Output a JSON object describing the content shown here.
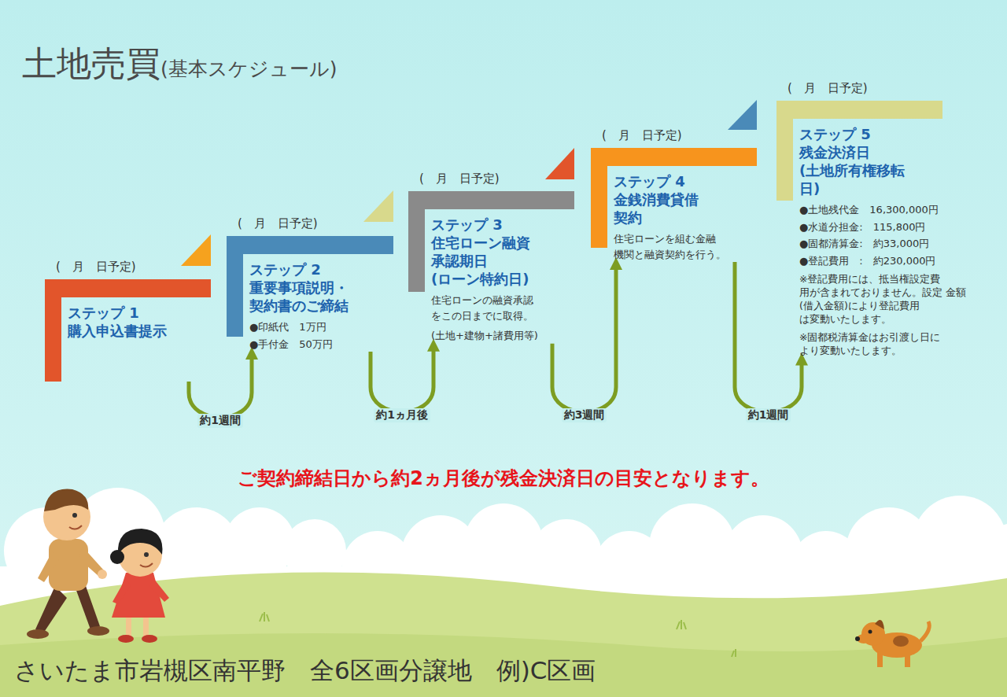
{
  "diagram": {
    "title": "土地売買",
    "caption": "さいたま市岩槻区南平野　全6区画分譲地　例)C区画",
    "nodes": [
      {
        "text": [
          "(　月　日予定)",
          "ステップ 1 購入申込書提示"
        ]
      },
      {
        "text": [
          "(　月　日予定)",
          "ステップ 2 重要事項説明・ 契約書のご締結",
          "●印紙代　1万円",
          "●手付金　50万円"
        ]
      },
      {
        "text": [
          "(　月　日予定)",
          "ステップ 3 住宅ローン融資 承認期日 (ローン特約日)",
          "住宅ローンの融資承認 をこの日までに取得。",
          "(土地+建物+諸費用等)"
        ]
      },
      {
        "text": [
          "(　月　日予定)",
          "ステップ 4 金銭消費貸借 契約",
          "住宅ローンを組む金融 機関と融資契約を行う。"
        ]
      },
      {
        "text": [
          "(　月　日予定)",
          "ステップ 5 残金決済日 (土地所有権移転日)",
          "●土地残代金　16,300,000円",
          "●水道分担金:　115,800円",
          "●固都清算金:　約33,000円",
          "●登記費用　:　約230,000円",
          "※登記費用には、抵当権設定費 用が含まれておりません。設定 金額(借入金額)により登記費用 は変動いたします。",
          "※固都税清算金はお引渡し日に より変動いたします。"
        ]
      }
    ],
    "edges": [
      {
        "from": 0,
        "to": 1,
        "arrow": "to",
        "label": "約1週間"
      },
      {
        "from": 1,
        "to": 2,
        "arrow": "to",
        "label": "約1ヵ月後"
      },
      {
        "from": 2,
        "to": 3,
        "arrow": "to",
        "label": "約3週間"
      },
      {
        "from": 3,
        "to": 4,
        "arrow": "to",
        "label": "約1週間"
      }
    ],
    "labels": [
      "(基本スケジュール)",
      "ご契約締結日から約2ヵ月後が残金決済日の目安となります。"
    ]
  }
}
